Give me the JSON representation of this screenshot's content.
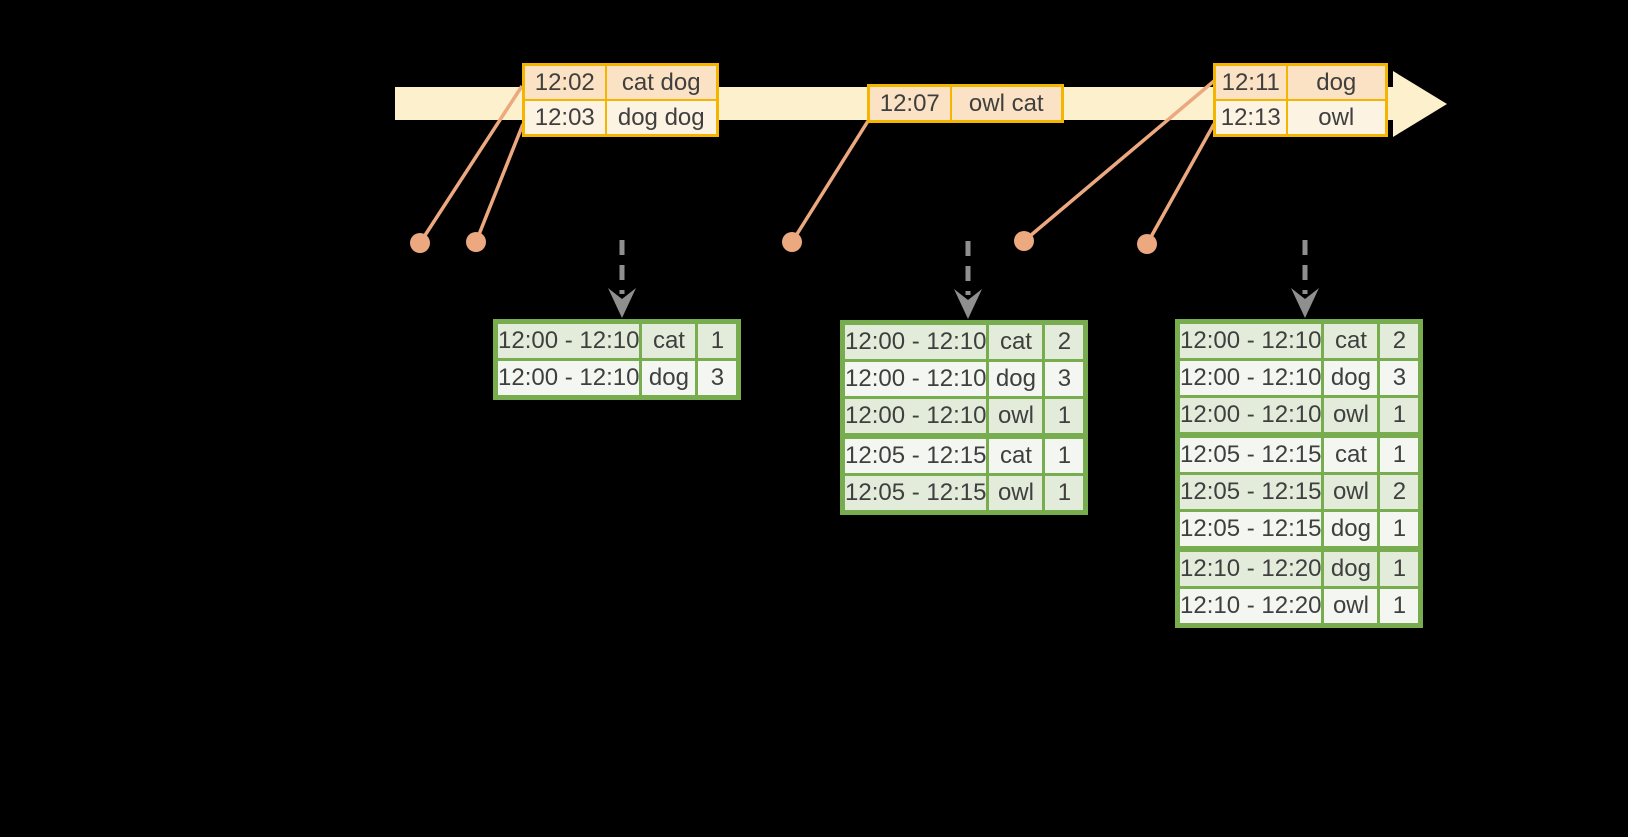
{
  "colors": {
    "background": "#000000",
    "timeline_fill": "#fcf0cd",
    "event_border": "#f3b500",
    "event_row_odd": "#fbe2c4",
    "event_row_even": "#fdf3e2",
    "connector": "#eca87e",
    "dashed_arrow": "#8f8f8f",
    "table_border": "#77ad4f",
    "table_row_odd": "#e3ecda",
    "table_row_even": "#f4f7f1",
    "text": "#3f3f3f"
  },
  "event_boxes": [
    {
      "rows": [
        {
          "time": "12:02",
          "words": "cat dog"
        },
        {
          "time": "12:03",
          "words": "dog dog"
        }
      ]
    },
    {
      "rows": [
        {
          "time": "12:07",
          "words": "owl cat"
        }
      ]
    },
    {
      "rows": [
        {
          "time": "12:11",
          "words": "dog"
        },
        {
          "time": "12:13",
          "words": "owl"
        }
      ]
    }
  ],
  "result_tables": [
    {
      "rows": [
        {
          "window": "12:00 - 12:10",
          "word": "cat",
          "count": "1"
        },
        {
          "window": "12:00 - 12:10",
          "word": "dog",
          "count": "3"
        }
      ]
    },
    {
      "rows": [
        {
          "window": "12:00 - 12:10",
          "word": "cat",
          "count": "2"
        },
        {
          "window": "12:00 - 12:10",
          "word": "dog",
          "count": "3"
        },
        {
          "window": "12:00 - 12:10",
          "word": "owl",
          "count": "1"
        },
        {
          "window": "12:05 - 12:15",
          "word": "cat",
          "count": "1"
        },
        {
          "window": "12:05 - 12:15",
          "word": "owl",
          "count": "1"
        }
      ]
    },
    {
      "rows": [
        {
          "window": "12:00 - 12:10",
          "word": "cat",
          "count": "2"
        },
        {
          "window": "12:00 - 12:10",
          "word": "dog",
          "count": "3"
        },
        {
          "window": "12:00 - 12:10",
          "word": "owl",
          "count": "1"
        },
        {
          "window": "12:05 - 12:15",
          "word": "cat",
          "count": "1"
        },
        {
          "window": "12:05 - 12:15",
          "word": "owl",
          "count": "2"
        },
        {
          "window": "12:05 - 12:15",
          "word": "dog",
          "count": "1"
        },
        {
          "window": "12:10 - 12:20",
          "word": "dog",
          "count": "1"
        },
        {
          "window": "12:10 - 12:20",
          "word": "owl",
          "count": "1"
        }
      ]
    }
  ]
}
